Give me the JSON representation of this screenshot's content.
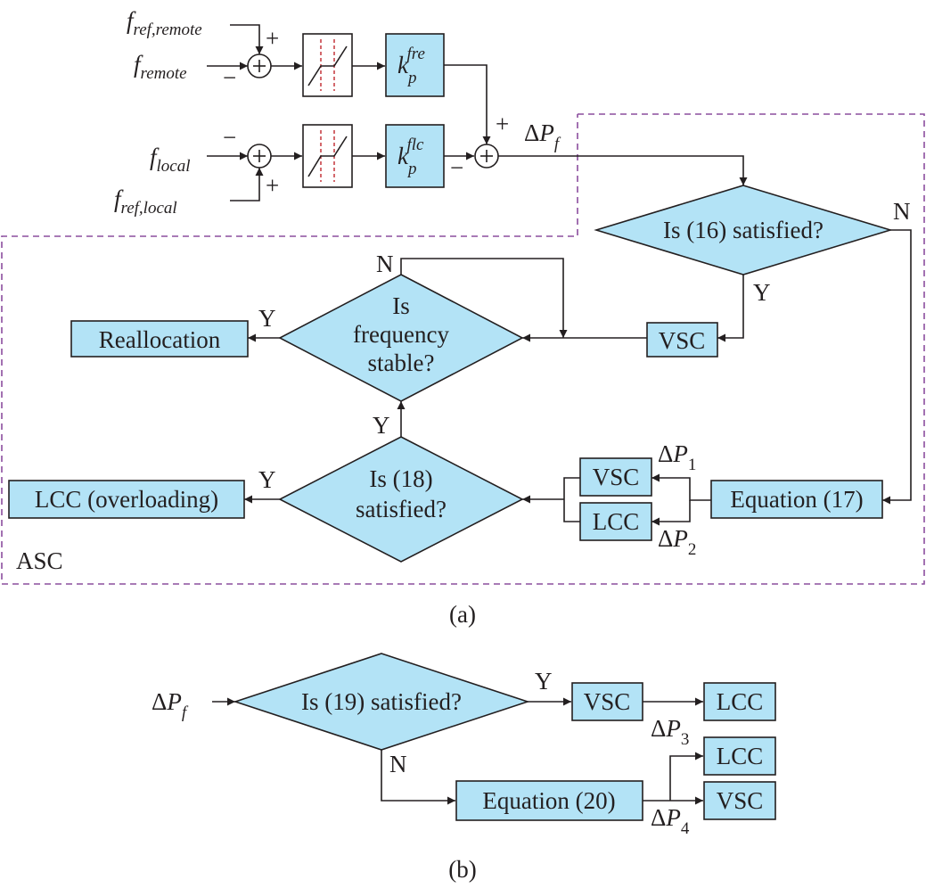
{
  "panel_a": {
    "caption": "(a)",
    "inputs": {
      "f_ref_remote": {
        "base": "f",
        "sub": "ref,remote"
      },
      "f_remote": {
        "base": "f",
        "sub": "remote"
      },
      "f_local": {
        "base": "f",
        "sub": "local"
      },
      "f_ref_local": {
        "base": "f",
        "sub": "ref,local"
      }
    },
    "signs": {
      "plus": "+",
      "minus": "−",
      "sum": "+"
    },
    "gains": {
      "remote": {
        "base": "k",
        "sub": "p",
        "sup": "fre"
      },
      "local": {
        "base": "k",
        "sub": "p",
        "sup": "flc"
      }
    },
    "delta_pf": {
      "delta": "Δ",
      "base": "P",
      "sub": "f"
    },
    "decision_16": "Is (16) satisfied?",
    "decision_freq": [
      "Is",
      "frequency",
      "stable?"
    ],
    "decision_18": [
      "Is (18)",
      "satisfied?"
    ],
    "boxes": {
      "reallocation": "Reallocation",
      "vsc": "VSC",
      "lcc": "LCC",
      "lcc_overloading": "LCC (overloading)",
      "equation_17": "Equation (17)"
    },
    "yes": "Y",
    "no": "N",
    "delta_p1": {
      "delta": "Δ",
      "base": "P",
      "sub": "1"
    },
    "delta_p2": {
      "delta": "Δ",
      "base": "P",
      "sub": "2"
    },
    "region_label": "ASC"
  },
  "panel_b": {
    "caption": "(b)",
    "delta_pf": {
      "delta": "Δ",
      "base": "P",
      "sub": "f"
    },
    "decision_19": "Is (19) satisfied?",
    "yes": "Y",
    "no": "N",
    "boxes": {
      "vsc": "VSC",
      "lcc": "LCC",
      "equation_20": "Equation (20)"
    },
    "delta_p3": {
      "delta": "Δ",
      "base": "P",
      "sub": "3"
    },
    "delta_p4": {
      "delta": "Δ",
      "base": "P",
      "sub": "4"
    }
  },
  "colors": {
    "block_fill": "#b3e3f6",
    "dashed_outline": "#8c4e9e",
    "deadband_marker": "#c0272d",
    "line": "#231f20"
  }
}
